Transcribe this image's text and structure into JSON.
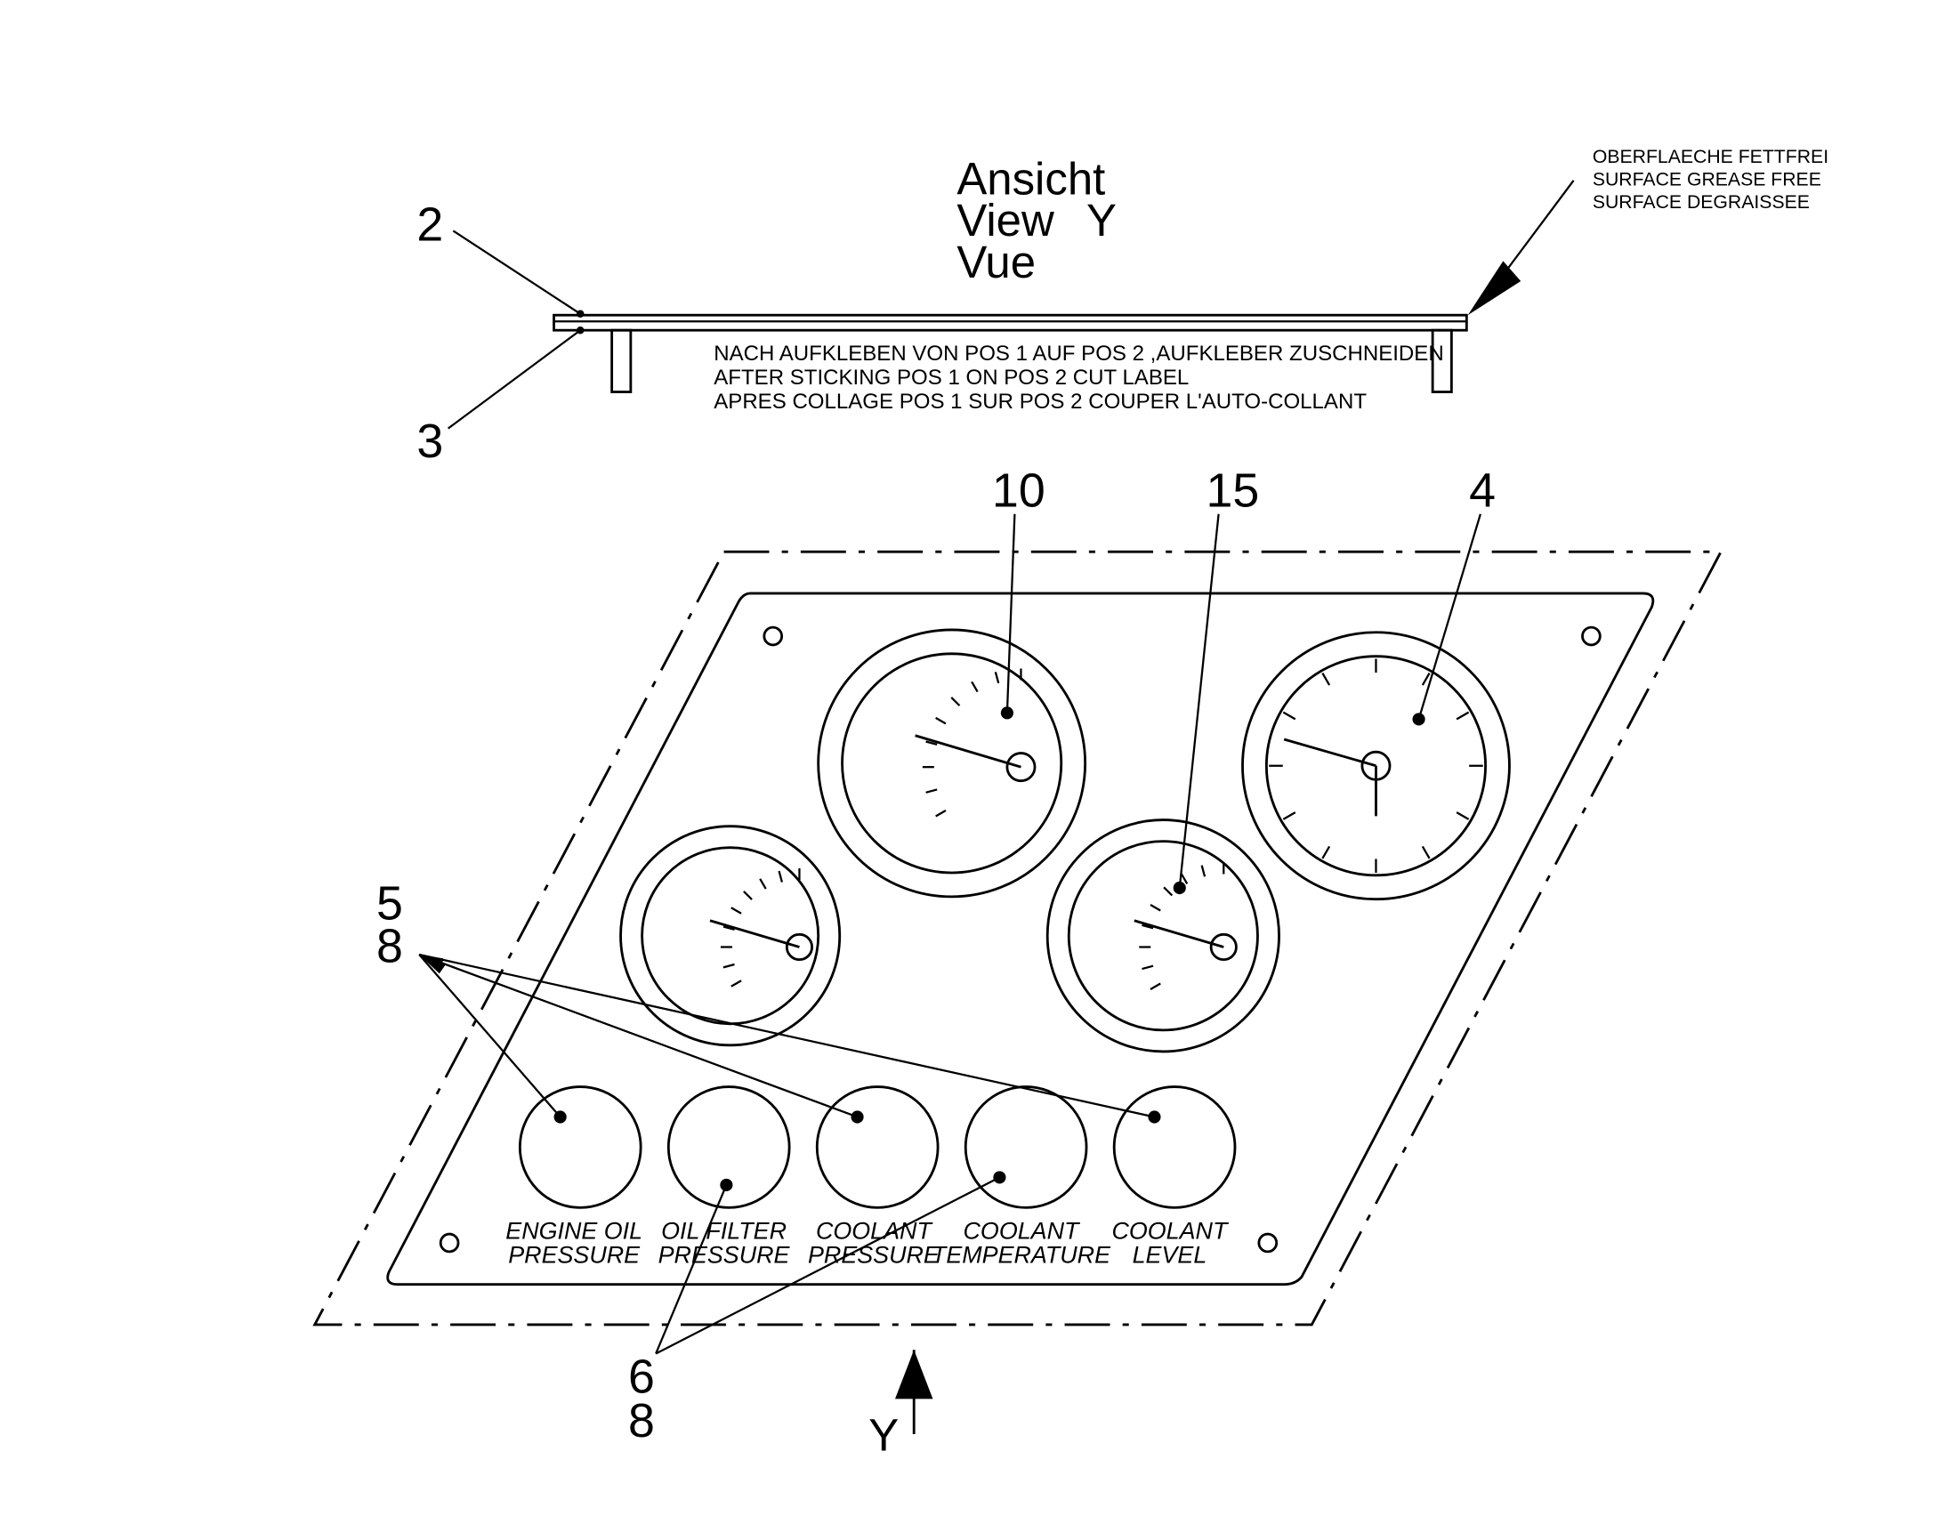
{
  "view_title": {
    "line1": "Ansicht",
    "line2": "View",
    "line3": "Vue",
    "letter": "Y"
  },
  "surface_note": {
    "line1": "OBERFLAECHE FETTFREI",
    "line2": "SURFACE GREASE FREE",
    "line3": "SURFACE DEGRAISSEE"
  },
  "cut_note": {
    "line1": "NACH AUFKLEBEN VON POS 1 AUF POS 2 ,AUFKLEBER ZUSCHNEIDEN",
    "line2": "AFTER STICKING POS 1 ON POS 2 CUT LABEL",
    "line3": "APRES COLLAGE POS 1 SUR POS 2 COUPER L'AUTO-COLLANT"
  },
  "callouts": {
    "pos2": "2",
    "pos3": "3",
    "pos10": "10",
    "pos15": "15",
    "pos4": "4",
    "group_top_a": "5",
    "group_top_b": "8",
    "group_bottom_a": "6",
    "group_bottom_b": "8"
  },
  "view_arrow_label": "Y",
  "gauge_labels": [
    {
      "line1": "ENGINE OIL",
      "line2": "PRESSURE"
    },
    {
      "line1": "OIL FILTER",
      "line2": "PRESSURE"
    },
    {
      "line1": "COOLANT",
      "line2": "PRESSURE"
    },
    {
      "line1": "COOLANT",
      "line2": "TEMPERATURE"
    },
    {
      "line1": "COOLANT",
      "line2": "LEVEL"
    }
  ]
}
